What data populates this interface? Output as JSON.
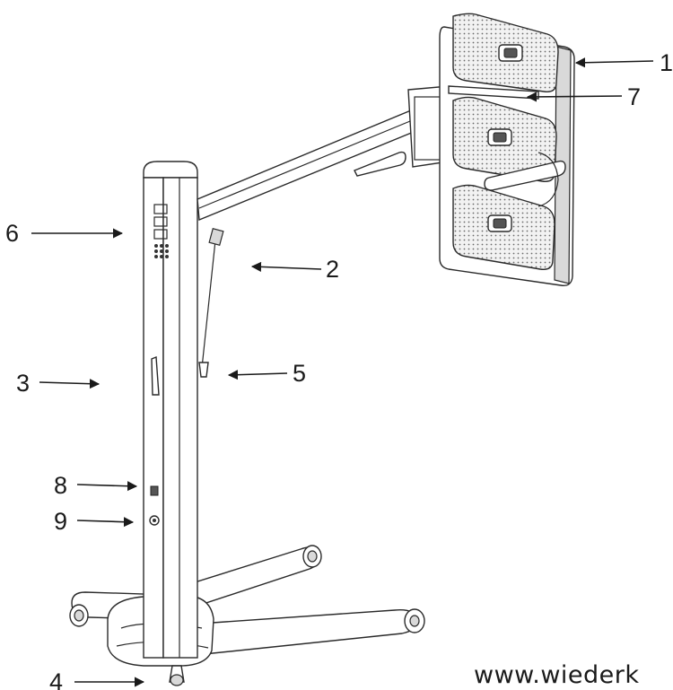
{
  "callouts": [
    {
      "id": "1",
      "label": "1"
    },
    {
      "id": "2",
      "label": "2"
    },
    {
      "id": "3",
      "label": "3"
    },
    {
      "id": "4",
      "label": "4"
    },
    {
      "id": "5",
      "label": "5"
    },
    {
      "id": "6",
      "label": "6"
    },
    {
      "id": "7",
      "label": "7"
    },
    {
      "id": "8",
      "label": "8"
    },
    {
      "id": "9",
      "label": "9"
    }
  ],
  "watermark": "www.wiederk"
}
